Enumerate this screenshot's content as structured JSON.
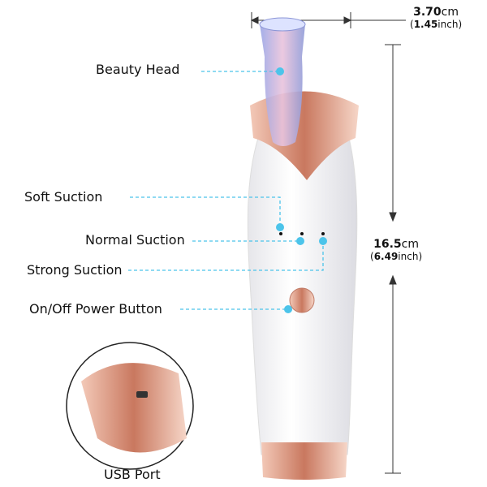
{
  "labels": {
    "beauty_head": "Beauty Head",
    "soft_suction": "Soft Suction",
    "normal_suction": "Normal Suction",
    "strong_suction": "Strong Suction",
    "power_button": "On/Off Power Button",
    "usb_port": "USB Port"
  },
  "dimensions": {
    "width_value": "3.70",
    "width_unit": "cm",
    "width_inch_value": "1.45",
    "width_inch_unit": "inch",
    "height_value": "16.5",
    "height_unit": "cm",
    "height_inch_value": "6.49",
    "height_inch_unit": "inch"
  },
  "colors": {
    "callout": "#4cc4ea",
    "rose_gold": "#d99a84",
    "body": "#ffffff"
  }
}
